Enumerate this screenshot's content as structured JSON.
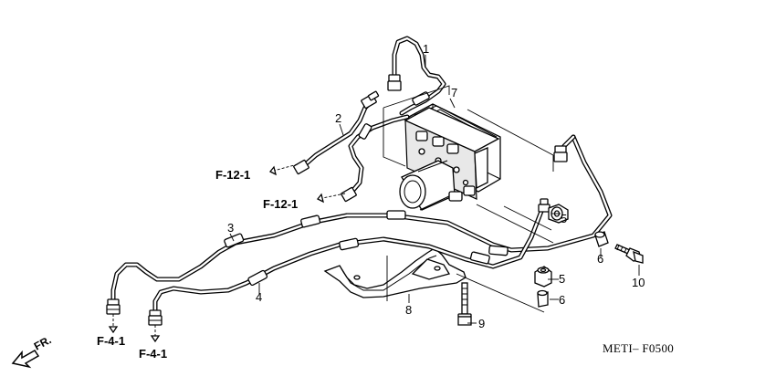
{
  "diagram": {
    "code": "METI– F0500",
    "direction_label": "FR.",
    "callouts": {
      "c1": "1",
      "c2": "2",
      "c3": "3",
      "c4": "4",
      "c5a": "5",
      "c5b": "5",
      "c6a": "6",
      "c6b": "6",
      "c7": "7",
      "c8": "8",
      "c9": "9",
      "c10": "10"
    },
    "references": {
      "f12_upper": "F-12-1",
      "f12_lower": "F-12-1",
      "f4_left": "F-4-1",
      "f4_right": "F-4-1"
    }
  }
}
